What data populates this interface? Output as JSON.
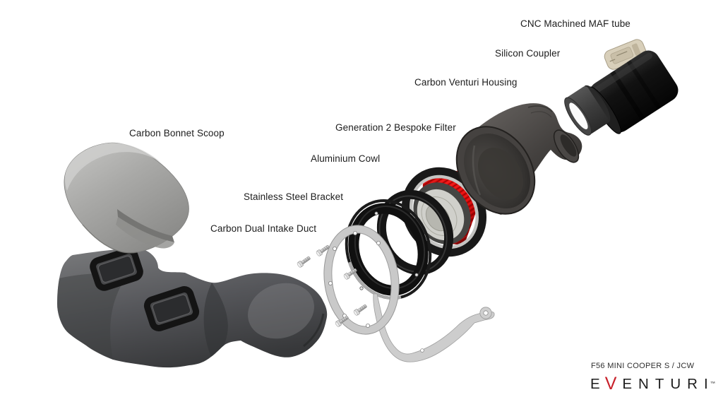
{
  "labels": {
    "maf_tube": "CNC Machined MAF tube",
    "silicon_coupler": "Silicon Coupler",
    "venturi_housing": "Carbon Venturi Housing",
    "bespoke_filter": "Generation 2 Bespoke Filter",
    "aluminium_cowl": "Aluminium Cowl",
    "steel_bracket": "Stainless Steel Bracket",
    "intake_duct": "Carbon Dual Intake Duct",
    "bonnet_scoop": "Carbon Bonnet Scoop"
  },
  "footer": {
    "model": "F56 MINI COOPER S / JCW",
    "brand": {
      "pre_v": "E",
      "v": "V",
      "post_v": "ENTURI",
      "trademark": "™"
    }
  },
  "colors": {
    "background": "#ffffff",
    "label_text": "#1c1c1c",
    "filter_red": "#e20808",
    "filter_red_dark": "#8f0404",
    "brand_red": "#c8202a",
    "carbon_grey": "#4a4b4d",
    "scoop_silver": "#a9a9a7",
    "bracket_steel": "#c9c9c9",
    "maf_black": "#151515",
    "sensor_beige": "#d8cfba"
  }
}
